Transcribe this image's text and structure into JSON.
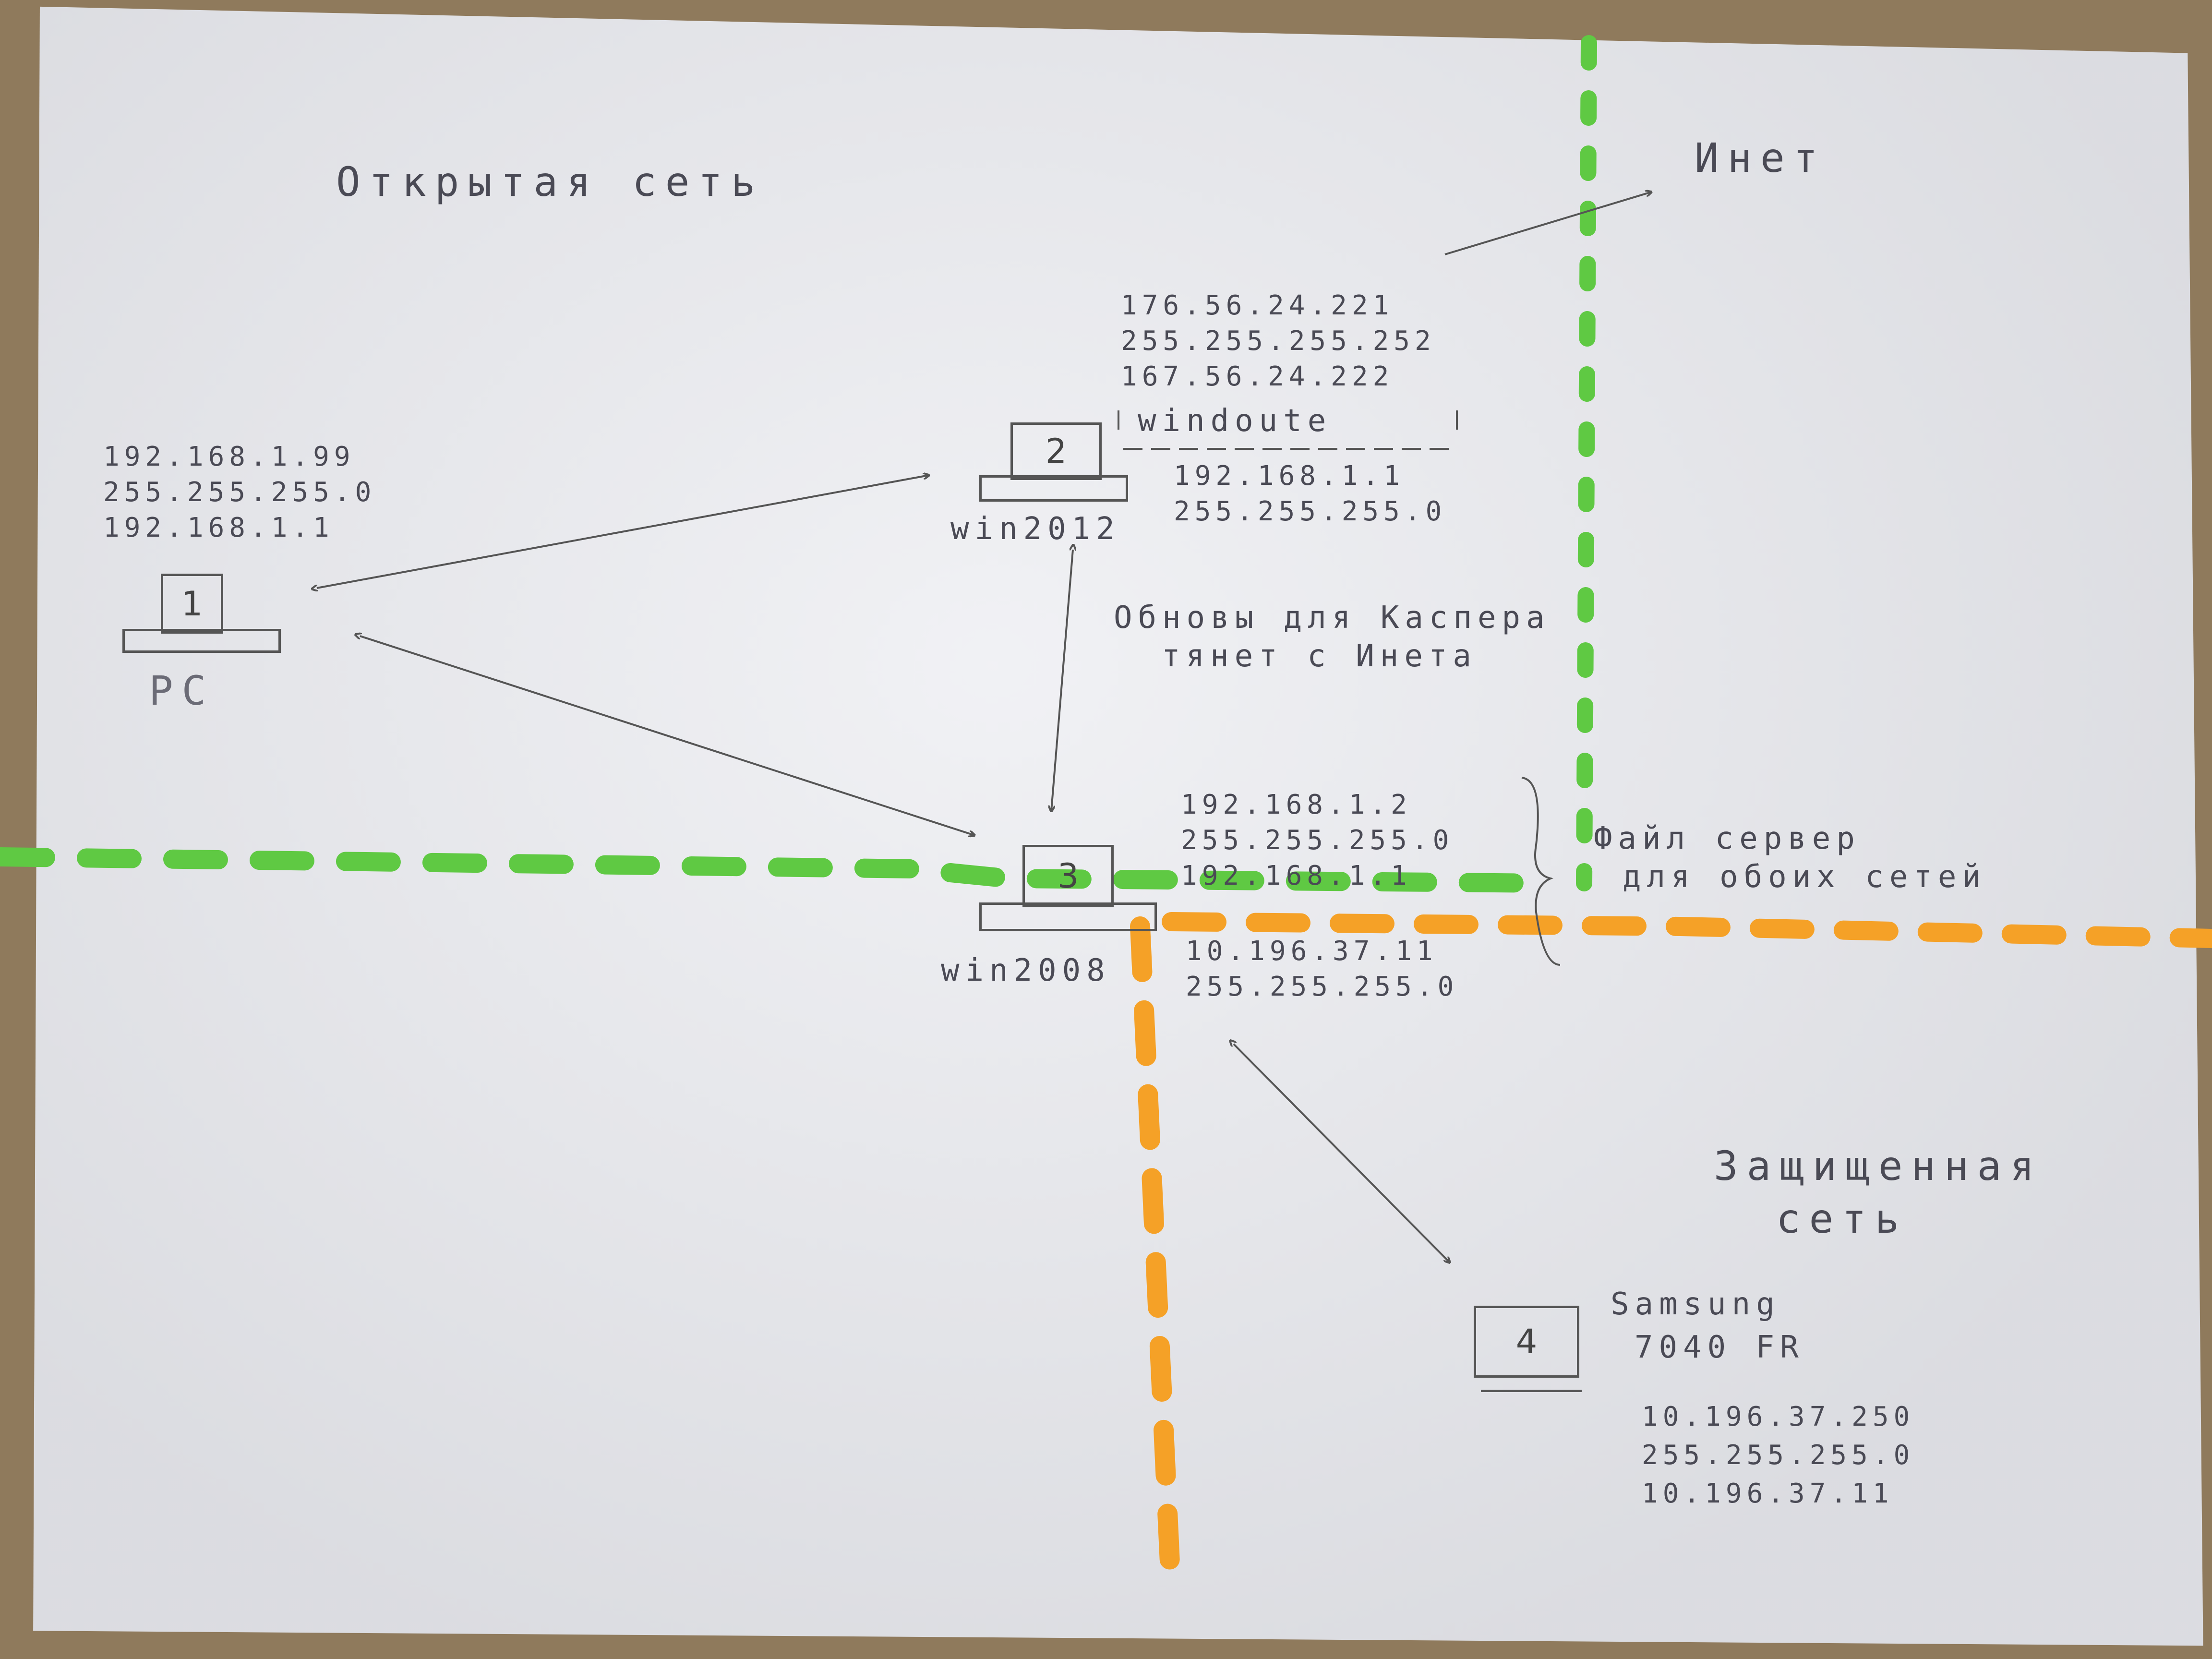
{
  "colors": {
    "open_network_border": "#5fc943",
    "protected_network_border": "#f5a127",
    "pencil": "#4a4a55"
  },
  "zones": {
    "open_label": "Открытая сеть",
    "internet_label": "Инет",
    "protected_label_line1": "Защищенная",
    "protected_label_line2": "сеть"
  },
  "notes": {
    "kasper_line1": "Обновы для Каспера",
    "kasper_line2": "тянет с Инета",
    "fileserver_line1": "Файл сервер",
    "fileserver_line2": "для обоих сетей"
  },
  "nodes": {
    "pc": {
      "number": "1",
      "label": "PC",
      "addr": [
        "192.168.1.99",
        "255.255.255.0",
        "192.168.1.1"
      ]
    },
    "win2012": {
      "number": "2",
      "label": "win2012",
      "wan": [
        "176.56.24.221",
        "255.255.255.252",
        "167.56.24.222"
      ],
      "service": "windoute",
      "lan": [
        "192.168.1.1",
        "255.255.255.0"
      ]
    },
    "win2008": {
      "number": "3",
      "label": "win2008",
      "lan": [
        "192.168.1.2",
        "255.255.255.0",
        "192.168.1.1"
      ],
      "protected": [
        "10.196.37.11",
        "255.255.255.0"
      ]
    },
    "printer": {
      "number": "4",
      "label_line1": "Samsung",
      "label_line2": "7040 FR",
      "addr": [
        "10.196.37.250",
        "255.255.255.0",
        "10.196.37.11"
      ]
    }
  }
}
